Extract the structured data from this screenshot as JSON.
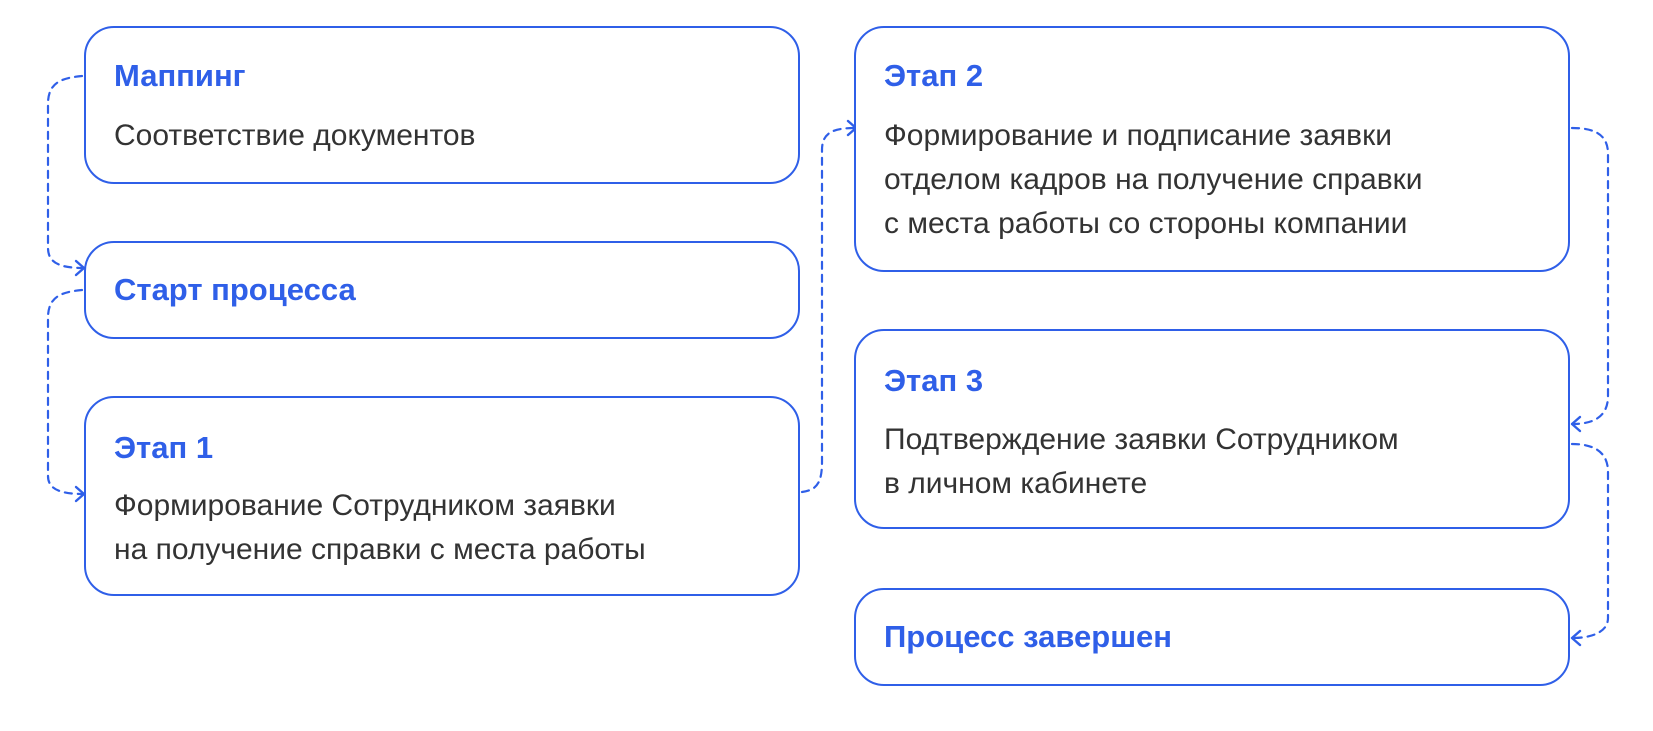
{
  "colors": {
    "accent": "#2f5fe8",
    "text": "#333333",
    "background": "#ffffff"
  },
  "diagram": {
    "mapping": {
      "title": "Маппинг",
      "description": "Соответствие документов"
    },
    "start": {
      "title": "Старт процесса"
    },
    "stage1": {
      "title": "Этап 1",
      "description": "Формирование Сотрудником заявки\nна получение справки с места работы"
    },
    "stage2": {
      "title": "Этап 2",
      "description": "Формирование и подписание заявки\nотделом кадров на получение справки\nс места работы со стороны компании"
    },
    "stage3": {
      "title": "Этап 3",
      "description": "Подтверждение заявки Сотрудником\nв личном кабинете"
    },
    "done": {
      "title": "Процесс завершен"
    }
  }
}
